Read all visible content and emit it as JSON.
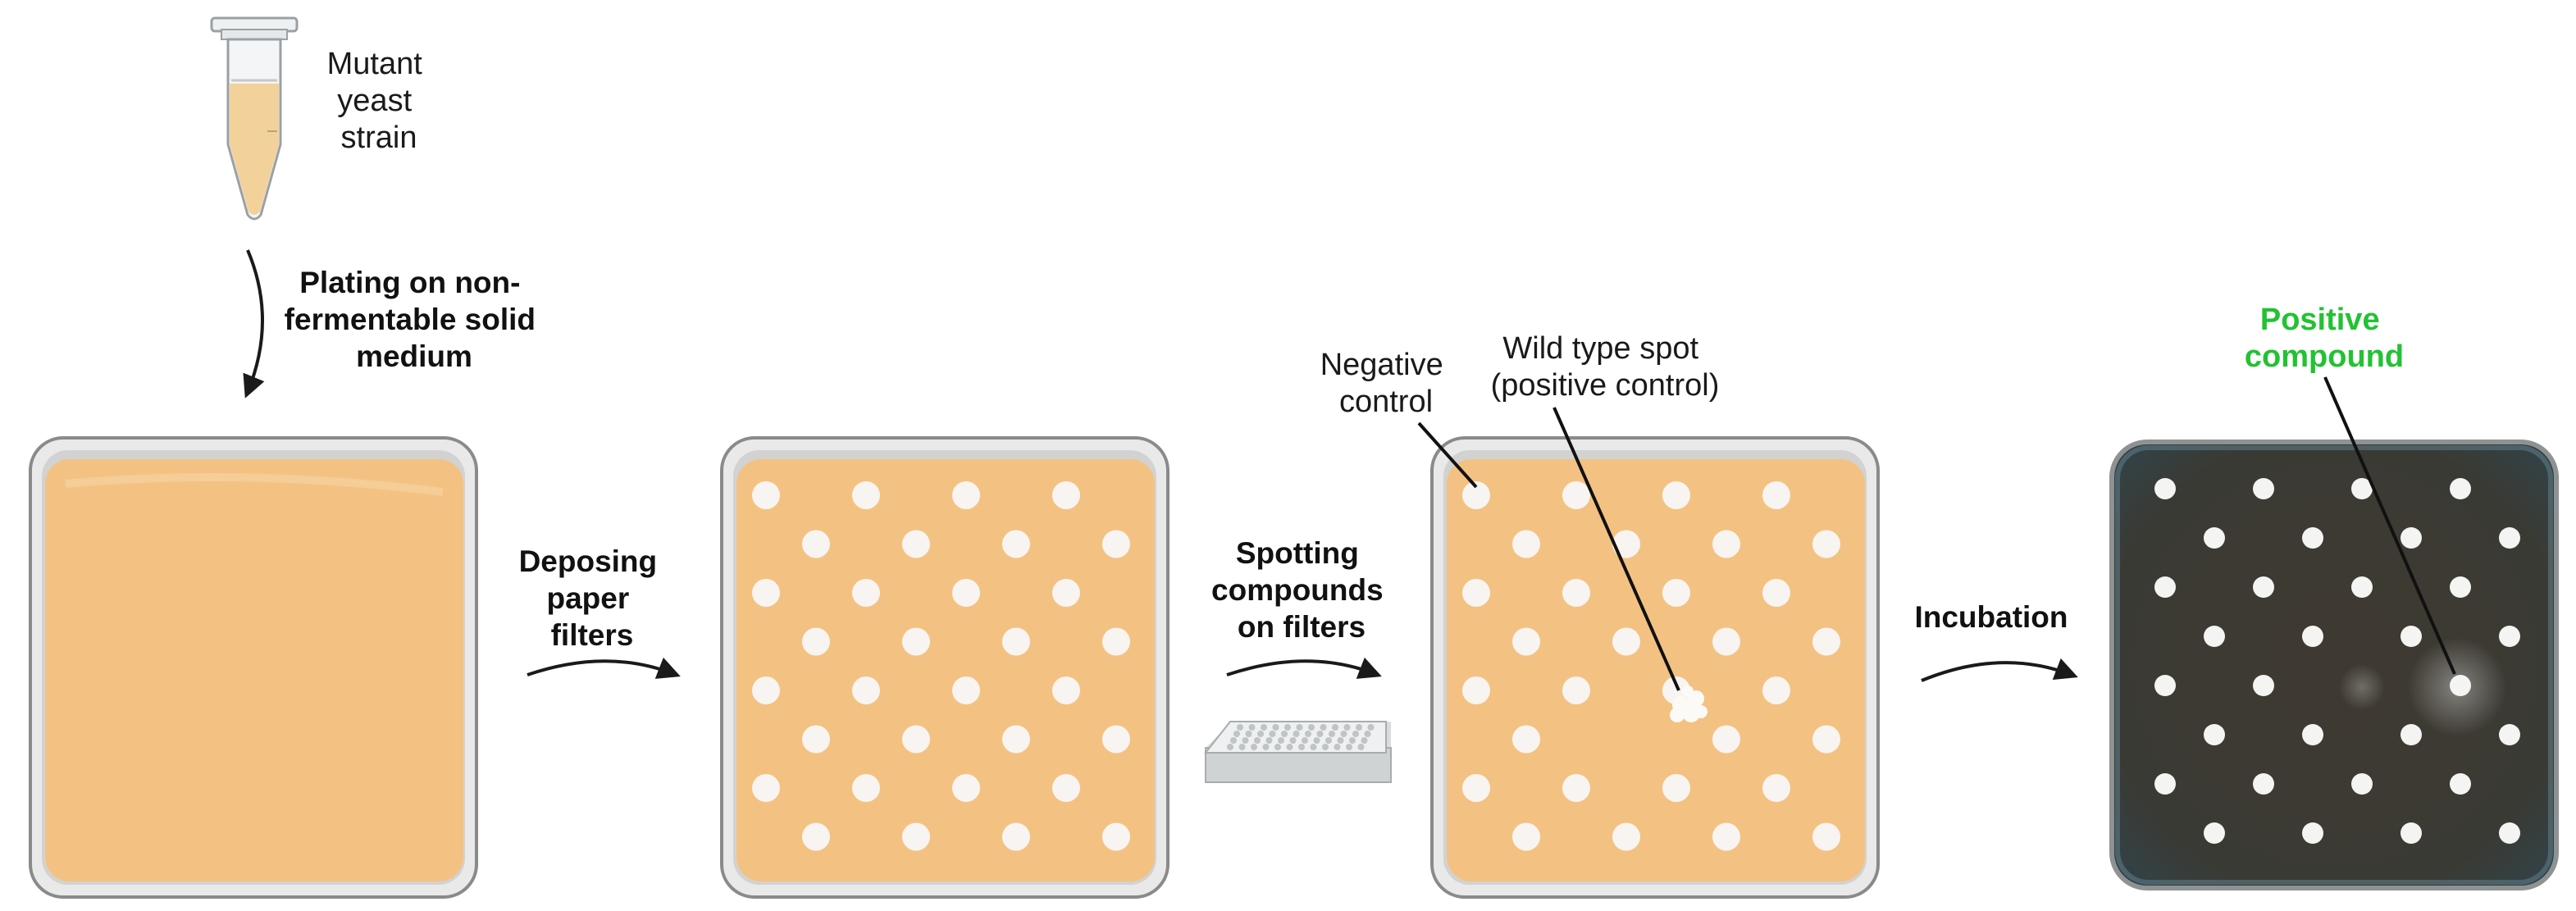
{
  "tube": {
    "label_lines": [
      "Mutant",
      "yeast",
      "strain"
    ],
    "icon": "microcentrifuge-tube-icon"
  },
  "steps": {
    "plating": [
      "Plating on non-",
      "fermentable solid",
      "medium"
    ],
    "filters": [
      "Deposing",
      "paper",
      "filters"
    ],
    "spotting": [
      "Spotting",
      "compounds",
      "on filters"
    ],
    "incubation": [
      "Incubation"
    ]
  },
  "annotations": {
    "negative_control": [
      "Negative",
      "control"
    ],
    "wild_type": [
      "Wild type spot",
      "(positive control)"
    ],
    "positive_compound": [
      "Positive",
      "compound"
    ]
  },
  "colors": {
    "agar": "#f3c282",
    "plate_rim": "#e9e9e9",
    "plate_outline": "#8a8a8a",
    "filter_disc": "#f8f4f1",
    "positive_text": "#22c232",
    "result_plate_dark": "#3d3a33",
    "text": "#1a1a1a"
  },
  "icons": [
    "arrow-icon",
    "microplate-icon",
    "petri-plate-icon"
  ]
}
